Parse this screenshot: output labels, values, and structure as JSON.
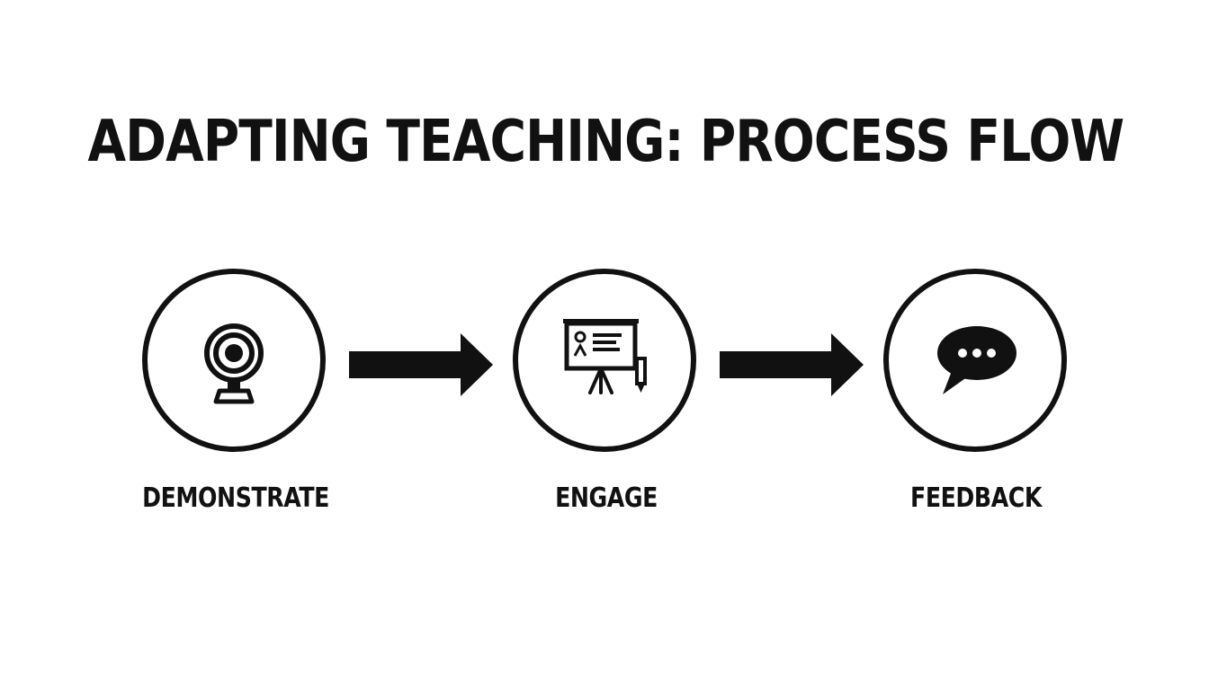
{
  "title": "ADAPTING TEACHING: PROCESS FLOW",
  "colors": {
    "ink": "#111111",
    "background": "#ffffff"
  },
  "steps": [
    {
      "label": "DEMONSTRATE",
      "icon": "webcam-icon"
    },
    {
      "label": "ENGAGE",
      "icon": "presentation-board-icon"
    },
    {
      "label": "FEEDBACK",
      "icon": "speech-bubble-icon"
    }
  ],
  "connectors": [
    {
      "icon": "arrow-right-icon"
    },
    {
      "icon": "arrow-right-icon"
    }
  ]
}
